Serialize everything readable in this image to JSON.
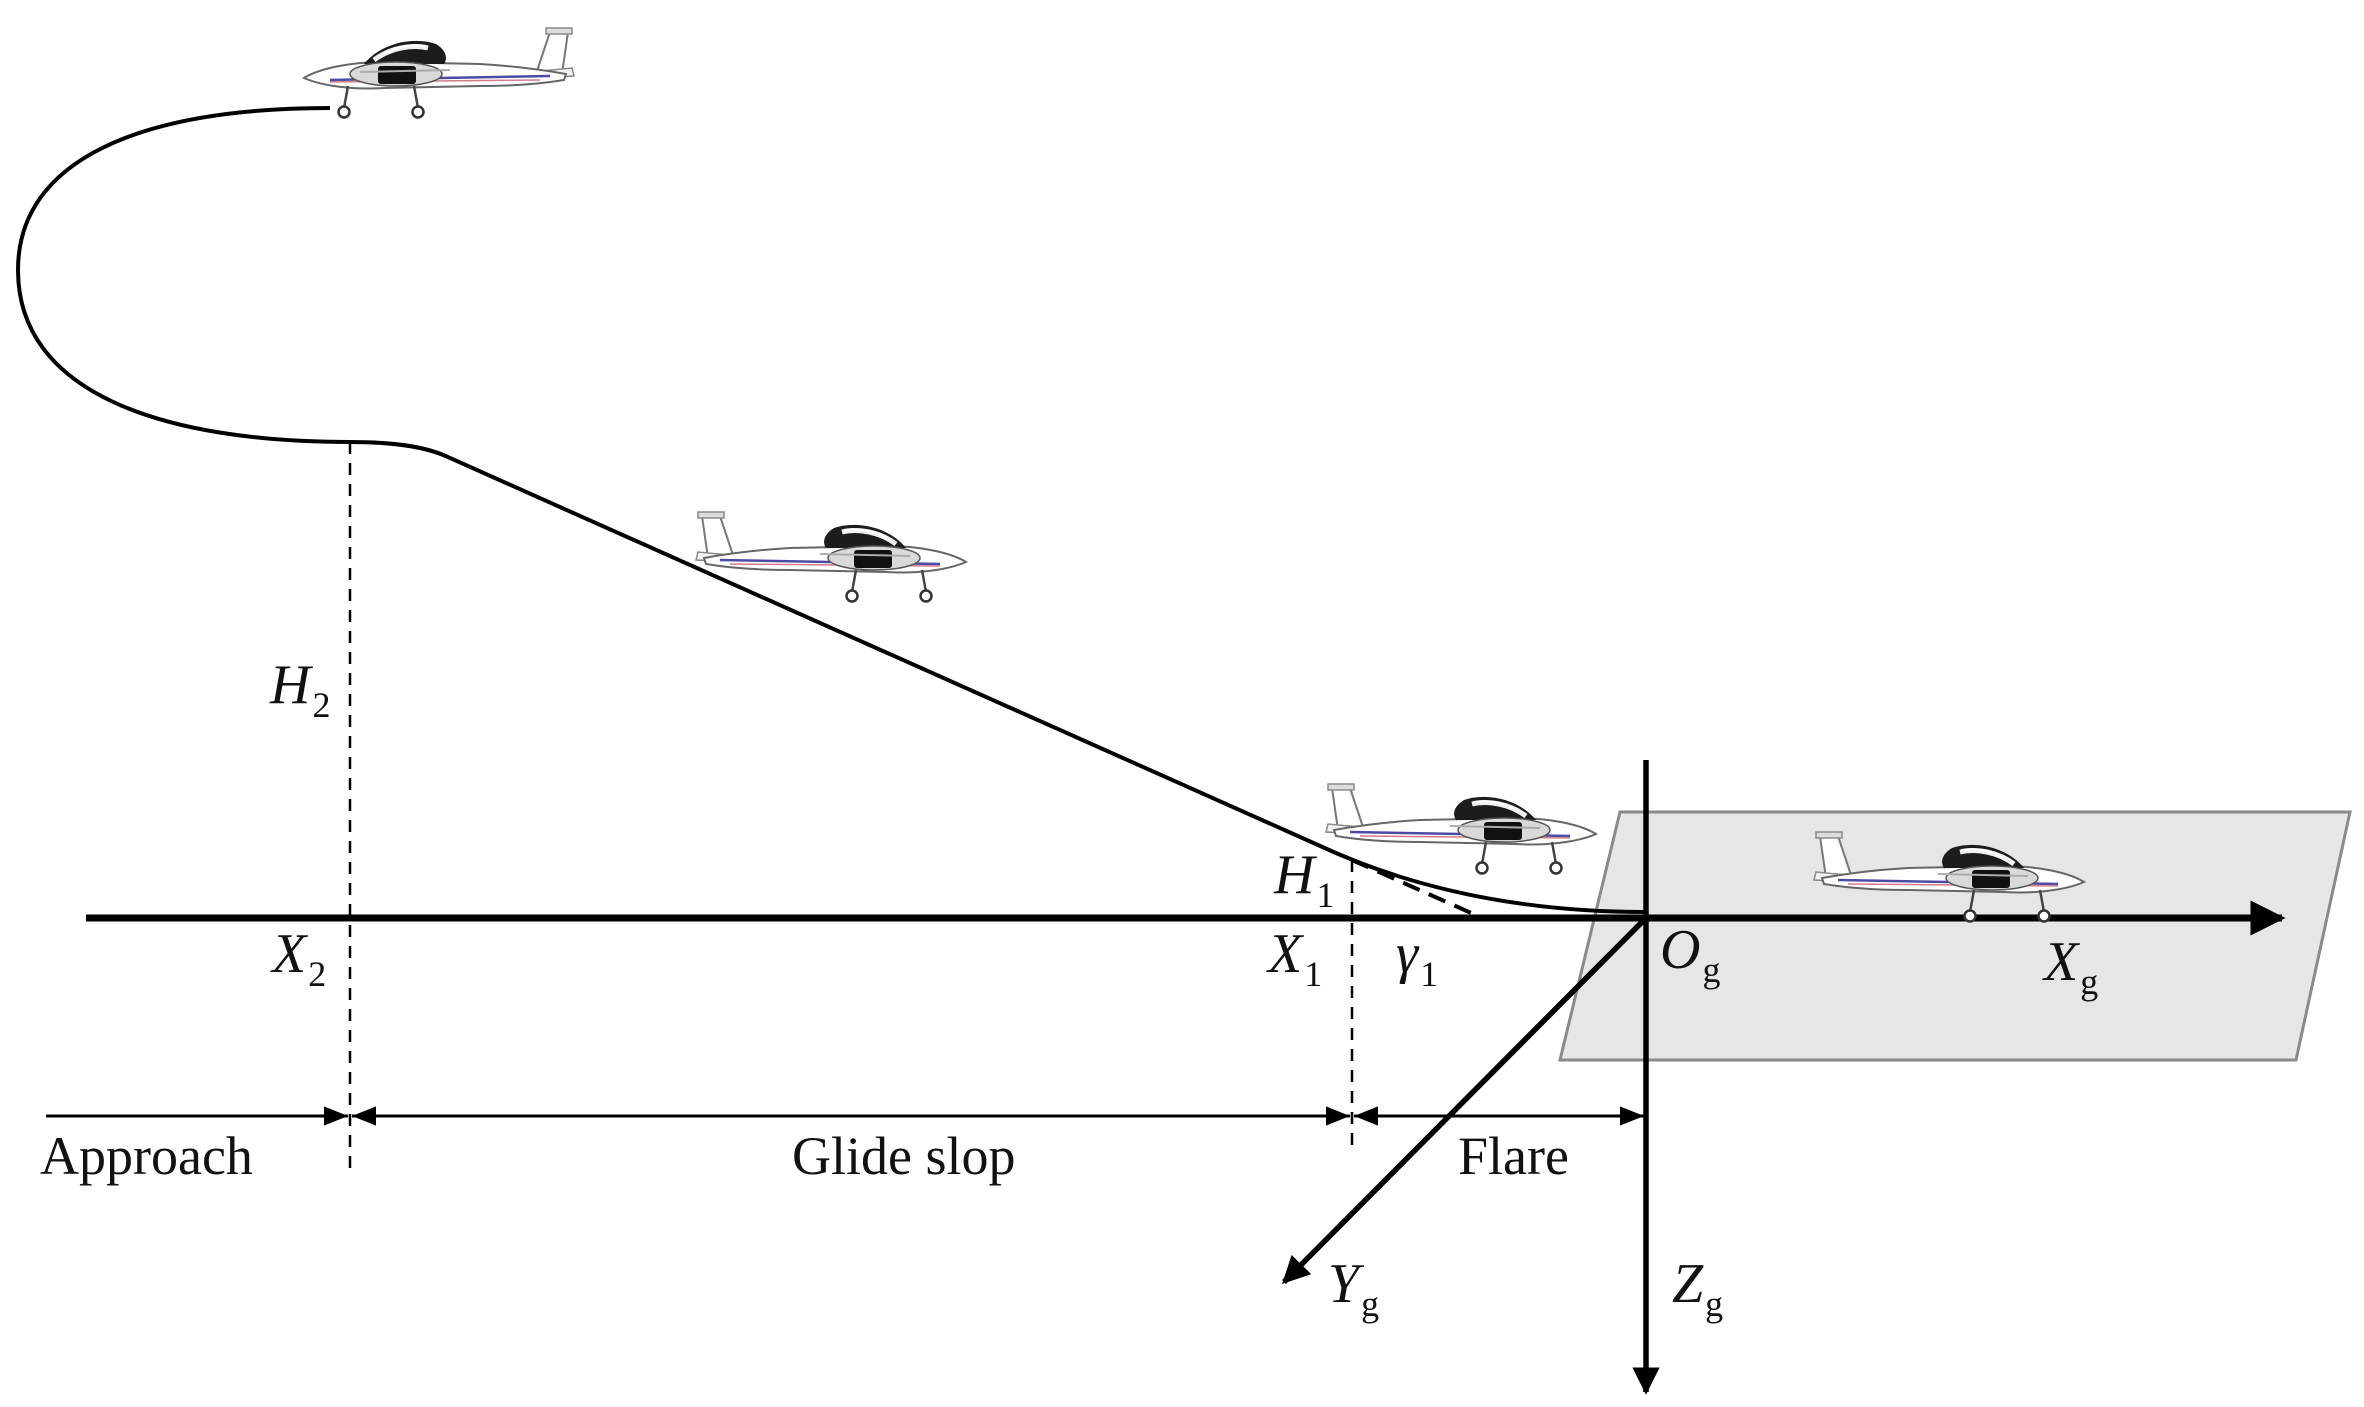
{
  "phases": {
    "approach": "Approach",
    "glide_slope": "Glide slop",
    "flare": "Flare"
  },
  "symbols": {
    "h2": {
      "base": "H",
      "sub": "2"
    },
    "h1": {
      "base": "H",
      "sub": "1"
    },
    "x2": {
      "base": "X",
      "sub": "2"
    },
    "x1": {
      "base": "X",
      "sub": "1"
    },
    "gamma1": {
      "base": "γ",
      "sub": "1"
    },
    "og": {
      "base": "O",
      "sub": "g"
    },
    "xg": {
      "base": "X",
      "sub": "g"
    },
    "yg": {
      "base": "Y",
      "sub": "g"
    },
    "zg": {
      "base": "Z",
      "sub": "g"
    }
  },
  "colors": {
    "line": "#000000",
    "runway_fill": "#e6e6e6",
    "runway_stroke": "#8a8a8a"
  },
  "icons": [
    "aircraft-icon"
  ]
}
